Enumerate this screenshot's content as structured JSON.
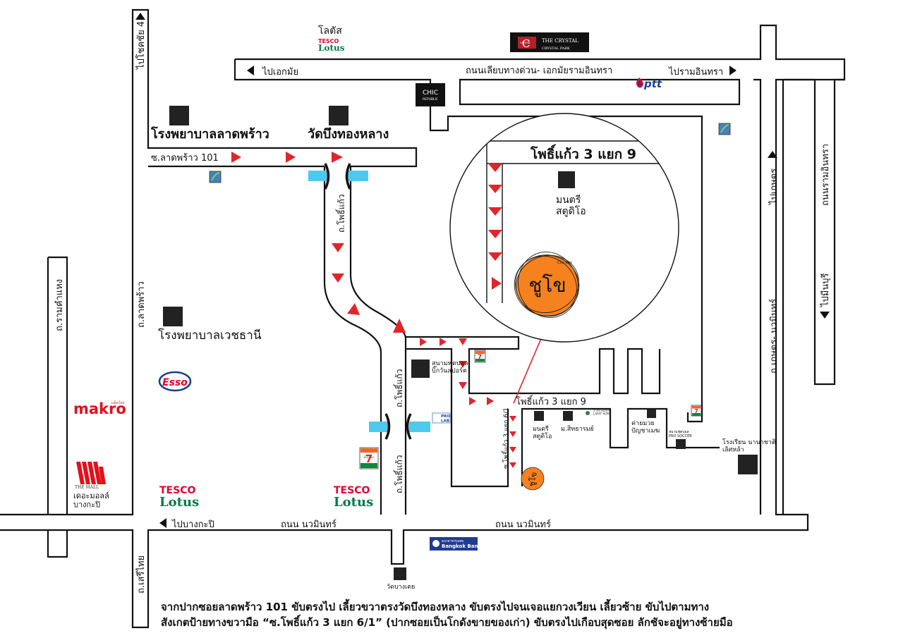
{
  "colors": {
    "road_outline": "#111111",
    "arrow": "#e0262b",
    "water": "#4fc8ee",
    "destination": "#f5811f",
    "landmark": "#222222",
    "tesco_red": "#e4002b",
    "lotus_green": "#007c4a",
    "seven_green": "#008a3e",
    "seven_orange": "#f26522",
    "bangkok_bank": "#1f3c8f",
    "ptt_blue": "#1c3f94",
    "makro_red": "#e3101b",
    "esso_blue": "#1b3b8e"
  },
  "roads": {
    "expressway": "ถนนเลียบทางด่วน- เอกมัยรามอินทรา",
    "to_ekkamai": "ไปเอกมัย",
    "to_ramintra": "ไปรามอินทรา",
    "to_chokchai4": "ไปโชคชัย 4",
    "ladprao101": "ซ.ลาดพร้าว 101",
    "phokaew_top": "ถ.โพธิ์แก้ว",
    "phokaew_mid": "ถ.โพธิ์แก้ว",
    "phokaew_low": "ถ.โพธิ์แก้ว",
    "ladprao_road": "ถ.ลาดพร้าว",
    "ramkhamhaeng": "ถ.รามคำแหง",
    "serithai": "ถ.เสรีไทย",
    "to_bangkapi": "ไปบางกะปิ",
    "nawamin_left": "ถนน นวมินทร์",
    "nawamin_right": "ถนน นวมินทร์",
    "to_kaset": "ไปเกษตร",
    "kaset_nawamin": "ถ.เกษตร- นวมินทร์",
    "to_minburi": "ไปมีนบุรี",
    "ramintra_road": "ถนนรามอินทรา",
    "soi_3_9": "โพธิ์แก้ว 3 แยก 9",
    "soi_3_6_1": "ซ.โพธิ์แก้ว 3 แยก 6/1"
  },
  "inset": {
    "title": "โพธิ์แก้ว 3 แยก 9",
    "landmark": "มนตรี\nสตูดิโอ",
    "destination": "ชูโข",
    "dest_small": "Chu Kho"
  },
  "landmarks": {
    "ladprao_hospital": "โรงพยาบาลลาดพร้าว",
    "wat_bueng": "วัดบึงทองหลาง",
    "vejthani": "โรงพยาบาลเวชธานี",
    "football": "สนามฟุตบอล\nบิ๊กวันสปอร์ต",
    "montri": "มนตรี\nสตูดิโอ",
    "sitharom": "ม.สิทธารมย์",
    "kaimuay": "ค่ายมวย\nปัญชาเมฆ",
    "prosoccer": "สนามฟุตบอล\nPRO SOCCER",
    "school": "โรงเรียน นานาชาติ\nเลิศหล้า",
    "wat_bangdoei": "วัดบางเตย",
    "destination_small": "ชูโข",
    "lotus_top": "โลตัส"
  },
  "brands": {
    "tesco": "TESCO",
    "lotus": "Lotus",
    "crystal_1": "THE CRYSTAL",
    "crystal_2": "CRYSTAL PARK",
    "crystal_c": "C",
    "crystal_small": "CRYSTAL",
    "chic_1": "CHIC",
    "chic_2": "REPUBLIC",
    "ptt": "ptt",
    "makro": "makro",
    "makro_small": "แม็คโคร",
    "esso": "Esso",
    "mall_1": "THE MALL",
    "mall_2": "เดอะมอลล์\nบางกะปิ",
    "bangkok_bank_1": "ธนาคารกรุงเทพ",
    "bangkok_bank_2": "Bangkok Bank",
    "seven_big": "ELEVEn",
    "prolab": "PRO\nLAB",
    "lapat": "ลาภัส Home\nLAPAT HOME"
  },
  "directions": {
    "line1": "จากปากซอยลาดพร้าว 101 ขับตรงไป เลี้ยวขวาตรงวัดบึงทองหลาง ขับตรงไปจนเจอแยกวงเวียน เลี้ยวซ้าย ขับไปตามทาง",
    "line2": "สังเกตป้ายทางขวามือ “ซ.โพธิ์แก้ว 3 แยก 6/1” (ปากซอยเป็นโกดังขายของเก่า) ขับตรงไปเกือบสุดซอย ลักชัจะอยู่ทางซ้ายมือ"
  }
}
